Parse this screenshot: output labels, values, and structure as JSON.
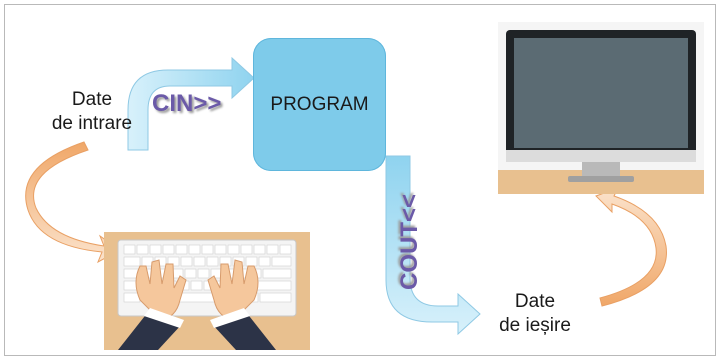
{
  "input": {
    "line1": "Date",
    "line2": "de intrare"
  },
  "cin_label": "CIN>>",
  "program_label": "PROGRAM",
  "cout_label": "COUT<<",
  "output": {
    "line1": "Date",
    "line2": "de ieșire"
  },
  "colors": {
    "program_fill": "#7ecbea",
    "arrow_blue": "#8fd3ef",
    "arrow_orange": "#f3b57e",
    "stream_text": "#6b5aa8",
    "desk_wood": "#e8c08f"
  },
  "icons": [
    "keyboard-with-hands-icon",
    "computer-monitor-icon"
  ]
}
